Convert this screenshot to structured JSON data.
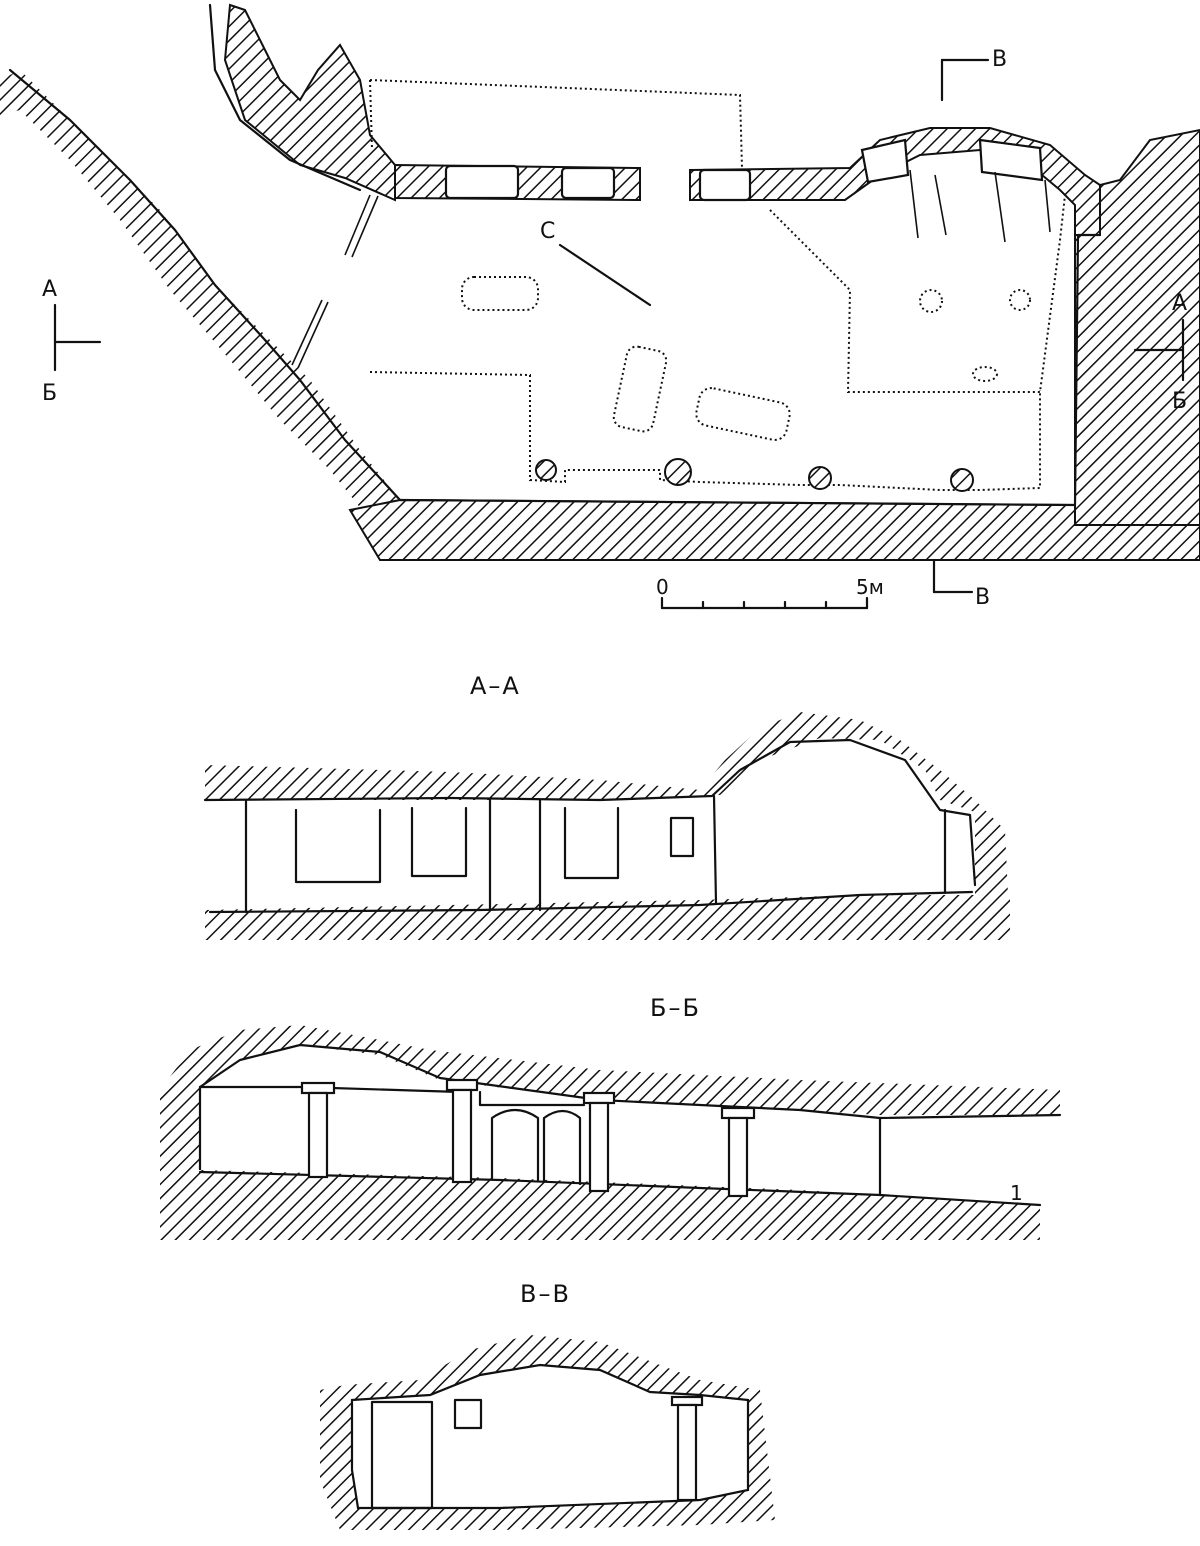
{
  "plan": {
    "section_marks": {
      "a_top": "А",
      "b_bottom": "Б",
      "v_mark": "В",
      "c_mark": "С"
    },
    "scale": {
      "zero": "0",
      "max": "5м"
    }
  },
  "sections": {
    "aa_title": "А–А",
    "bb_title": "Б–Б",
    "vv_title": "В–В",
    "bb_mark": "1"
  }
}
